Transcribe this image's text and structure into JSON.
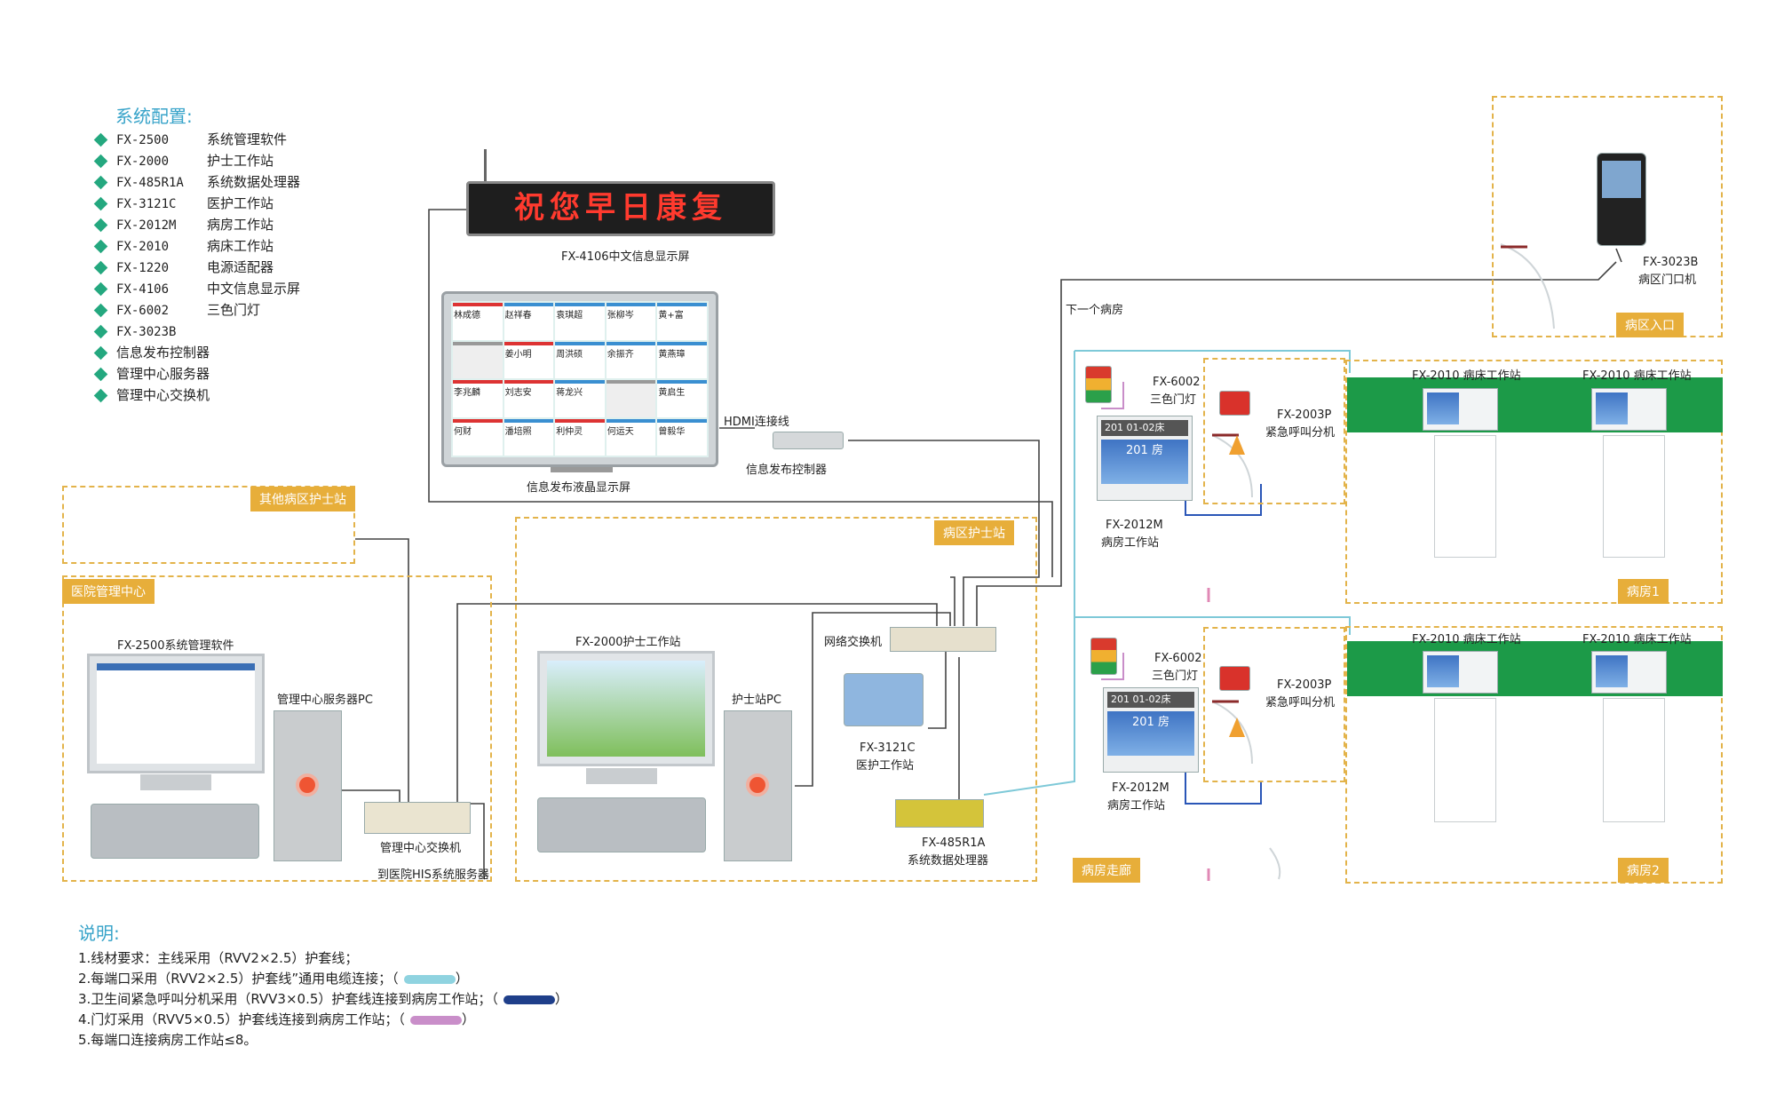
{
  "config": {
    "title": "系统配置:",
    "items": [
      {
        "model": "FX-2500",
        "desc": "系统管理软件"
      },
      {
        "model": "FX-2000",
        "desc": "护士工作站"
      },
      {
        "model": "FX-485R1A",
        "desc": "系统数据处理器"
      },
      {
        "model": "FX-3121C",
        "desc": "医护工作站"
      },
      {
        "model": "FX-2012M",
        "desc": "病房工作站"
      },
      {
        "model": "FX-2010",
        "desc": "病床工作站"
      },
      {
        "model": "FX-1220",
        "desc": "电源适配器"
      },
      {
        "model": "FX-4106",
        "desc": "中文信息显示屏"
      },
      {
        "model": "FX-6002",
        "desc": "三色门灯"
      },
      {
        "model": "FX-3023B",
        "desc": ""
      },
      {
        "model": "",
        "desc": "信息发布控制器"
      },
      {
        "model": "",
        "desc": "管理中心服务器"
      },
      {
        "model": "",
        "desc": "管理中心交换机"
      }
    ]
  },
  "led": {
    "text": "祝您早日康复",
    "caption": "FX-4106中文信息显示屏"
  },
  "lcd": {
    "caption": "信息发布液晶显示屏",
    "names": [
      "林成德",
      "赵祥春",
      "袁琪超",
      "张柳岑",
      "黄+富",
      "",
      "姜小明",
      "周洪硕",
      "余振齐",
      "黄燕璋",
      "李兆麟",
      "刘志安",
      "蒋龙兴",
      "",
      "黄启生",
      "何财",
      "潘培照",
      "利仲灵",
      "何运天",
      "曾毅华"
    ]
  },
  "hdmi": "HDMI连接线",
  "controller": "信息发布控制器",
  "zones": {
    "other_nurse": "其他病区护士站",
    "mgmt_center": "医院管理中心",
    "ward_nurse": "病区护士站",
    "ward_entry": "病区入口",
    "ward1": "病房1",
    "ward2": "病房2",
    "corridor": "病房走廊"
  },
  "mgmt": {
    "software": "FX-2500系统管理软件",
    "server": "管理中心服务器PC",
    "switch": "管理中心交换机",
    "his": "到医院HIS系统服务器"
  },
  "nurse": {
    "station": "FX-2000护士工作站",
    "pc": "护士站PC",
    "net_switch": "网络交换机",
    "medical_model": "FX-3121C",
    "medical": "医护工作站",
    "processor_model": "FX-485R1A",
    "processor": "系统数据处理器"
  },
  "entry": {
    "model": "FX-3023B",
    "desc": "病区门口机"
  },
  "next_room": "下一个病房",
  "rooms": [
    {
      "lamp_model": "FX-6002",
      "lamp": "三色门灯",
      "call_model": "FX-2003P",
      "call": "紧急呼叫分机",
      "ws_model": "FX-2012M",
      "ws": "病房工作站",
      "screen_num": "201",
      "screen_bed": "01-02床",
      "screen_big": "201 房",
      "bed1": "FX-2010 病床工作站",
      "bed2": "FX-2010 病床工作站"
    },
    {
      "lamp_model": "FX-6002",
      "lamp": "三色门灯",
      "call_model": "FX-2003P",
      "call": "紧急呼叫分机",
      "ws_model": "FX-2012M",
      "ws": "病房工作站",
      "screen_num": "201",
      "screen_bed": "01-02床",
      "screen_big": "201 房",
      "bed1": "FX-2010 病床工作站",
      "bed2": "FX-2010 病床工作站"
    }
  ],
  "notes": {
    "title": "说明:",
    "lines": [
      "1.线材要求：主线采用（RVV2×2.5）护套线；",
      "2.每端口采用（RVV2×2.5）护套线”通用电缆连接；（",
      "3.卫生间紧急呼叫分机采用（RVV3×0.5）护套线连接到病房工作站；（",
      "4.门灯采用（RVV5×0.5）护套线连接到病房工作站；（",
      "5.每端口连接病房工作站≤8。"
    ],
    "close": "）",
    "colors": [
      "",
      "#8fd3e0",
      "#1f3f8a",
      "#c98ec9",
      ""
    ]
  }
}
